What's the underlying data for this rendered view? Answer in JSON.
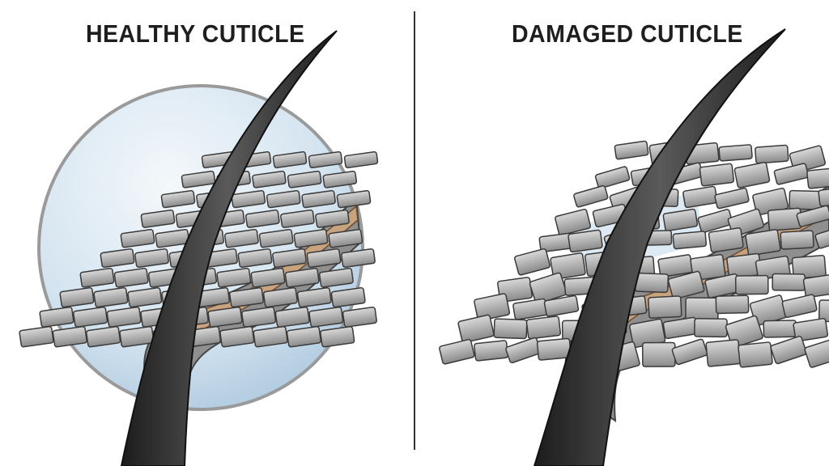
{
  "panels": [
    {
      "title": "HEALTHY CUTICLE",
      "state": "healthy"
    },
    {
      "title": "DAMAGED CUTICLE",
      "state": "damaged"
    }
  ],
  "colors": {
    "scale_fill": "#a9a9a9",
    "scale_edge": "#3a3a3a",
    "hair": "#2b2b2b",
    "cortex_tan": "#c9a27e",
    "lens_blue": "#cfe0ee",
    "divider": "#333333"
  }
}
